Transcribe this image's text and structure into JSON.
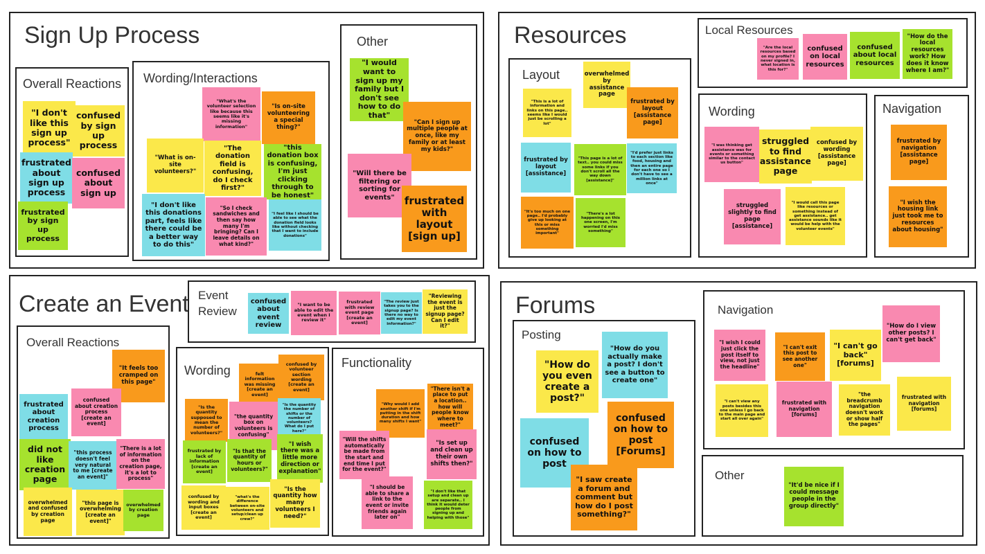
{
  "colors": {
    "yellow": "#fbe84a",
    "pink": "#f989b0",
    "blue": "#7fdde6",
    "green": "#a6e22e",
    "orange": "#f99a1c"
  },
  "sections": {
    "sign_up": {
      "title": "Sign Up Process",
      "overall": {
        "title": "Overall Reactions",
        "notes": [
          "\"I don't like this sign up process\"",
          "confused by sign up process",
          "frustrated about sign up process",
          "confused about sign up",
          "frustrated by sign up process"
        ]
      },
      "wording": {
        "title": "Wording/Interactions",
        "notes": [
          "\"What's the volunteer selection like because this seems like it's missing information\"",
          "\"Is on-site volunteering a special thing?\"",
          "\"What is on-site volunteers?\"",
          "\"The donation field is confusing, do I check first?\"",
          "\"this donation box is confusing, I'm just clicking through to be honest\"",
          "\"I don't like this donations part, feels like there could be a better way to do this\"",
          "\"So I check sandwiches and then say how many I'm bringing? Can I leave details on what kind?\"",
          "\"I feel like I should be able to see what the donation field looks like without checking that I want to include donations\""
        ]
      },
      "other": {
        "title": "Other",
        "notes": [
          "\"I would want to sign up my family but I don't see how to do that\"",
          "\"Can I sign up multiple people at once, like my family or at least my kids?\"",
          "\"Will there be filtering or sorting for events\"",
          "frustrated with layout [sign up]"
        ]
      }
    },
    "resources": {
      "title": "Resources",
      "local": {
        "title": "Local Resources",
        "notes": [
          "\"Are the local resources based on my profile? I never signed in, what location is this for?\"",
          "confused on local resources",
          "confused about local resources",
          "\"How do the local resources work? How does it know where I am?\""
        ]
      },
      "layout": {
        "title": "Layout",
        "notes": [
          "overwhelmed by assistance page",
          "\"This is a lot of information and links on this page.. seems like I would just be scrolling a lot\"",
          "frustrated by layout [assistance page]",
          "frustrated by layout [assistance]",
          "\"This page is a lot of text.. you could miss some links if you don't scroll all the way down [assistance]\"",
          "\"I'd prefer just links to each section like food, housing and then an entire page for each one so I don't have to see a million links at once\"",
          "\"It's too much on one page.. I'd probably give up looking at this or miss something important\"",
          "\"There's a lot happening on this one screen, I'm worried I'd miss something\""
        ]
      },
      "wording": {
        "title": "Wording",
        "notes": [
          "\"I was thinking get assistance was for events or something similar to the contact us button\"",
          "struggled to find assistance page",
          "confused by wording [assistance page]",
          "struggled slightly to find page [assistance]",
          "\"I would call this page like resources or something instead of get assistance.. get assistance sounds like it would be help with the volunteer events\""
        ]
      },
      "navigation": {
        "title": "Navigation",
        "notes": [
          "frustrated by navigation [assistance page]",
          "\"I wish the housing link just took me to resources about housing\""
        ]
      }
    },
    "create_event": {
      "title": "Create an Event",
      "review": {
        "title_line1": "Event",
        "title_line2": "Review",
        "notes": [
          "confused about event review",
          "\"I want to be able to edit the event when I review it\"",
          "frustrated with review event page [create an event]",
          "\"The review just takes you to the signup page? Is there no way to edit my event information?\"",
          "\"Reviewing the event is just the signup page? Can I edit it?\""
        ]
      },
      "overall": {
        "title": "Overall Reactions",
        "notes": [
          "\"It feels too cramped on this page\"",
          "confused about creation process [create an event]",
          "frustrated about creation process",
          "did not like creation page",
          "\"this process doesn't feel very natural to me [create an event]\"",
          "\"There is a lot of information on the creation page, it's a lot to process\"",
          "overwhelmed and confused by creation page",
          "\"this page is overwhelming [create an event]\"",
          "overwhelmed by creation page"
        ]
      },
      "wording": {
        "title": "Wording",
        "notes": [
          "felt information was missing [create an event]",
          "confused by volunteer section wording [create an event]",
          "\"Is the quantity supposed to mean the number of volunteers?\"",
          "\"the quantity box on volunteers is confusing\"",
          "\"Is the quantity the number of shifts or the number of volunteers? What do I put here?\"",
          "frustrated by lack of information [create an event]",
          "\"Is that the quantity of hours or volunteers?\"",
          "\"I wish there was a little more direction or explanation\"",
          "confused by wording and input boxes [create an event]",
          "\"what's the difference between on-site volunteers and setup/clean up crew?\"",
          "\"Is the quantity how many volunteers I need?\""
        ]
      },
      "functionality": {
        "title": "Functionality",
        "notes": [
          "\"Why would I add another shift if I'm putting in the shift duration and how many shifts I want\"",
          "\"There isn't a place to put a location.. how will people know where to meet?\"",
          "\"Will the shifts automatically be made from the start and end time I put for the event?\"",
          "\"Is set up and clean up their own shifts then?\"",
          "\"I should be able to share a link to the event or invite friends again later on\"",
          "\"I don't like that setup and clean up are separate.. I think it would deter people from signing up and helping with those\""
        ]
      }
    },
    "forums": {
      "title": "Forums",
      "posting": {
        "title": "Posting",
        "notes": [
          "\"How do you even create a post?\"",
          "\"How do you actually make a post? I don't see a button to create one\"",
          "confused on how to post",
          "confused on how to post [Forums]",
          "\"I saw create a forum and comment but how do I post something?\""
        ]
      },
      "navigation": {
        "title": "Navigation",
        "notes": [
          "\"How do I view other posts? I can't get back\"",
          "\"I wish I could just click the post itself to view, not just the headline\"",
          "\"I can't exit this post to see another one\"",
          "\"I can't go back\" [forums]",
          "\"I can't view any posts besides this one unless I go back to the main page and start all over again\"",
          "frustrated with navigation [forums]",
          "\"the breadcrumb navigation doesn't work or show half the pages\"",
          "frustrated with navigation [forums]"
        ]
      },
      "other": {
        "title": "Other",
        "notes": [
          "\"It'd be nice if I could message people in the group directly\""
        ]
      }
    }
  }
}
